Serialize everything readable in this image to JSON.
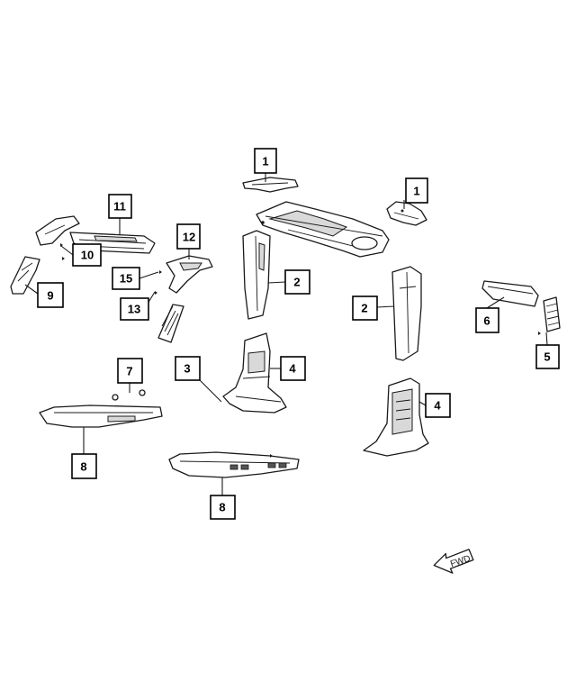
{
  "callouts": {
    "c1a": "1",
    "c1b": "1",
    "c2a": "2",
    "c2b": "2",
    "c3": "3",
    "c4a": "4",
    "c4b": "4",
    "c5": "5",
    "c6": "6",
    "c7": "7",
    "c8a": "8",
    "c8b": "8",
    "c9": "9",
    "c10": "10",
    "c11": "11",
    "c12": "12",
    "c13": "13",
    "c15": "15"
  },
  "direction_arrow": {
    "label": "FWD"
  }
}
